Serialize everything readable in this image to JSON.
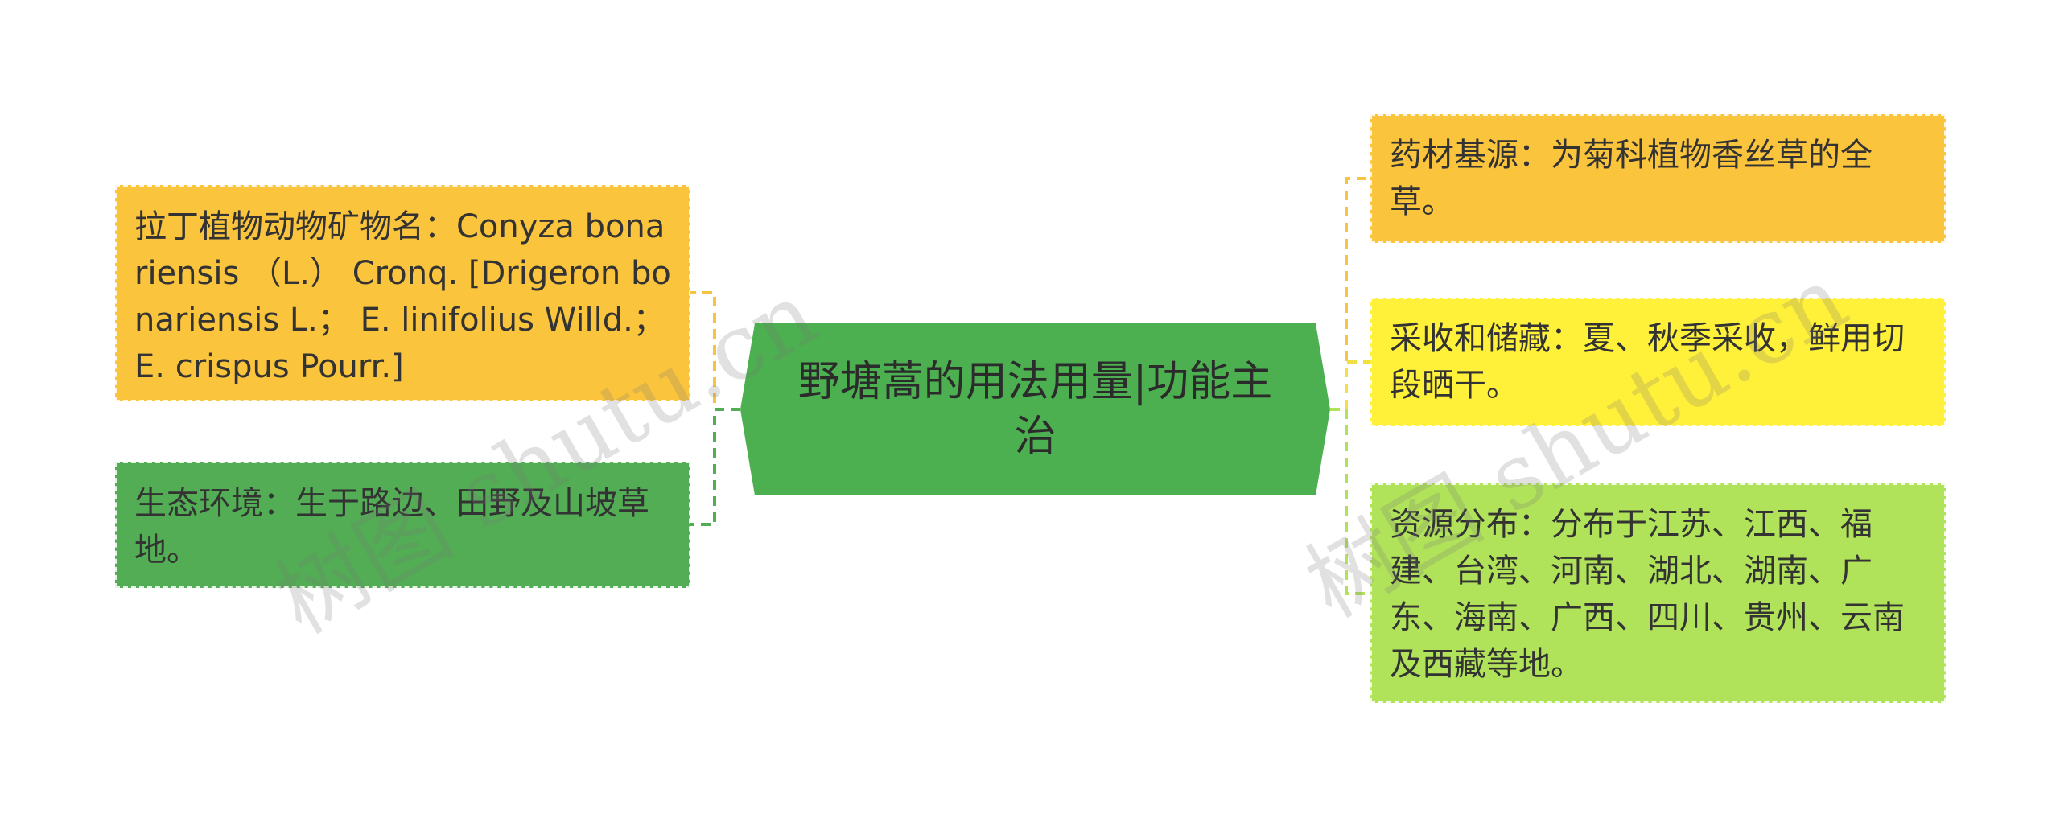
{
  "center": {
    "title": "野塘蒿的用法用量|功能主治",
    "color": "#4caf50"
  },
  "left_nodes": [
    {
      "text": "拉丁植物动物矿物名：Conyza bonariensis （L.） Cronq. [Drigeron bonariensis L.； E. linifolius Willd.； E. crispus Pourr.]",
      "color": "#fbc43d"
    },
    {
      "text": "生态环境：生于路边、田野及山坡草地。",
      "color": "#52ad55"
    }
  ],
  "right_nodes": [
    {
      "text": "药材基源：为菊科植物香丝草的全草。",
      "color": "#fbc43d"
    },
    {
      "text": "采收和储藏：夏、秋季采收，鲜用切段晒干。",
      "color": "#fff03a"
    },
    {
      "text": "资源分布：分布于江苏、江西、福建、台湾、河南、湖北、湖南、广东、海南、广西、四川、贵州、云南及西藏等地。",
      "color": "#b1e35a"
    }
  ],
  "watermarks": [
    "树图 shutu.cn",
    "树图 shutu.cn"
  ]
}
